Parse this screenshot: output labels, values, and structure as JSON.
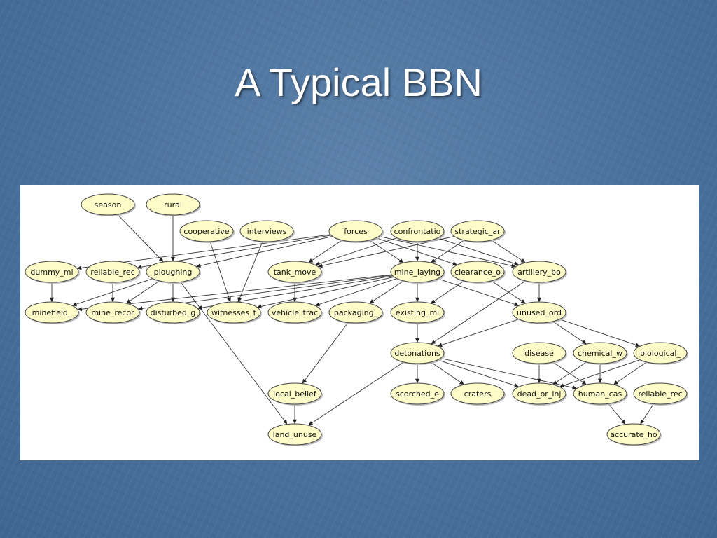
{
  "slide": {
    "title": "A Typical BBN"
  },
  "diagram": {
    "nodes": [
      {
        "id": "season",
        "label": "season"
      },
      {
        "id": "rural",
        "label": "rural"
      },
      {
        "id": "cooperative",
        "label": "cooperative"
      },
      {
        "id": "interviews",
        "label": "interviews"
      },
      {
        "id": "forces",
        "label": "forces"
      },
      {
        "id": "confrontatio",
        "label": "confrontatio"
      },
      {
        "id": "strategic_ar",
        "label": "strategic_ar"
      },
      {
        "id": "dummy_mi",
        "label": "dummy_mi"
      },
      {
        "id": "reliable_rec",
        "label": "reliable_rec"
      },
      {
        "id": "ploughing",
        "label": "ploughing"
      },
      {
        "id": "tank_move",
        "label": "tank_move"
      },
      {
        "id": "mine_laying",
        "label": "mine_laying"
      },
      {
        "id": "clearance_o",
        "label": "clearance_o"
      },
      {
        "id": "artillery_bo",
        "label": "artillery_bo"
      },
      {
        "id": "minefield_",
        "label": "minefield_"
      },
      {
        "id": "mine_recor",
        "label": "mine_recor"
      },
      {
        "id": "disturbed_g",
        "label": "disturbed_g"
      },
      {
        "id": "witnesses_t",
        "label": "witnesses_t"
      },
      {
        "id": "vehicle_trac",
        "label": "vehicle_trac"
      },
      {
        "id": "packaging_",
        "label": "packaging_"
      },
      {
        "id": "existing_mi",
        "label": "existing_mi"
      },
      {
        "id": "unused_ord",
        "label": "unused_ord"
      },
      {
        "id": "detonations",
        "label": "detonations"
      },
      {
        "id": "disease",
        "label": "disease"
      },
      {
        "id": "chemical_w",
        "label": "chemical_w"
      },
      {
        "id": "biological_",
        "label": "biological_"
      },
      {
        "id": "local_belief",
        "label": "local_belief"
      },
      {
        "id": "scorched_e",
        "label": "scorched_e"
      },
      {
        "id": "craters",
        "label": "craters"
      },
      {
        "id": "dead_or_inj",
        "label": "dead_or_inj"
      },
      {
        "id": "human_cas",
        "label": "human_cas"
      },
      {
        "id": "reliable_rec2",
        "label": "reliable_rec"
      },
      {
        "id": "land_unuse",
        "label": "land_unuse"
      },
      {
        "id": "accurate_ho",
        "label": "accurate_ho"
      }
    ],
    "edges": [
      [
        "season",
        "ploughing"
      ],
      [
        "rural",
        "ploughing"
      ],
      [
        "cooperative",
        "witnesses_t"
      ],
      [
        "interviews",
        "witnesses_t"
      ],
      [
        "forces",
        "dummy_mi"
      ],
      [
        "forces",
        "reliable_rec"
      ],
      [
        "forces",
        "ploughing"
      ],
      [
        "forces",
        "tank_move"
      ],
      [
        "forces",
        "mine_laying"
      ],
      [
        "forces",
        "clearance_o"
      ],
      [
        "forces",
        "artillery_bo"
      ],
      [
        "confrontatio",
        "tank_move"
      ],
      [
        "confrontatio",
        "mine_laying"
      ],
      [
        "confrontatio",
        "artillery_bo"
      ],
      [
        "strategic_ar",
        "tank_move"
      ],
      [
        "strategic_ar",
        "mine_laying"
      ],
      [
        "strategic_ar",
        "artillery_bo"
      ],
      [
        "dummy_mi",
        "minefield_"
      ],
      [
        "reliable_rec",
        "mine_recor"
      ],
      [
        "ploughing",
        "minefield_"
      ],
      [
        "ploughing",
        "mine_recor"
      ],
      [
        "ploughing",
        "disturbed_g"
      ],
      [
        "ploughing",
        "land_unuse"
      ],
      [
        "tank_move",
        "vehicle_trac"
      ],
      [
        "mine_laying",
        "minefield_"
      ],
      [
        "mine_laying",
        "mine_recor"
      ],
      [
        "mine_laying",
        "disturbed_g"
      ],
      [
        "mine_laying",
        "witnesses_t"
      ],
      [
        "mine_laying",
        "vehicle_trac"
      ],
      [
        "mine_laying",
        "packaging_"
      ],
      [
        "mine_laying",
        "existing_mi"
      ],
      [
        "mine_laying",
        "unused_ord"
      ],
      [
        "clearance_o",
        "existing_mi"
      ],
      [
        "clearance_o",
        "unused_ord"
      ],
      [
        "artillery_bo",
        "unused_ord"
      ],
      [
        "artillery_bo",
        "detonations"
      ],
      [
        "existing_mi",
        "detonations"
      ],
      [
        "unused_ord",
        "detonations"
      ],
      [
        "unused_ord",
        "chemical_w"
      ],
      [
        "unused_ord",
        "biological_"
      ],
      [
        "packaging_",
        "local_belief"
      ],
      [
        "local_belief",
        "land_unuse"
      ],
      [
        "detonations",
        "scorched_e"
      ],
      [
        "detonations",
        "craters"
      ],
      [
        "detonations",
        "dead_or_inj"
      ],
      [
        "detonations",
        "human_cas"
      ],
      [
        "detonations",
        "land_unuse"
      ],
      [
        "disease",
        "dead_or_inj"
      ],
      [
        "disease",
        "human_cas"
      ],
      [
        "chemical_w",
        "dead_or_inj"
      ],
      [
        "chemical_w",
        "human_cas"
      ],
      [
        "biological_",
        "dead_or_inj"
      ],
      [
        "biological_",
        "human_cas"
      ],
      [
        "human_cas",
        "accurate_ho"
      ],
      [
        "reliable_rec2",
        "accurate_ho"
      ]
    ]
  }
}
